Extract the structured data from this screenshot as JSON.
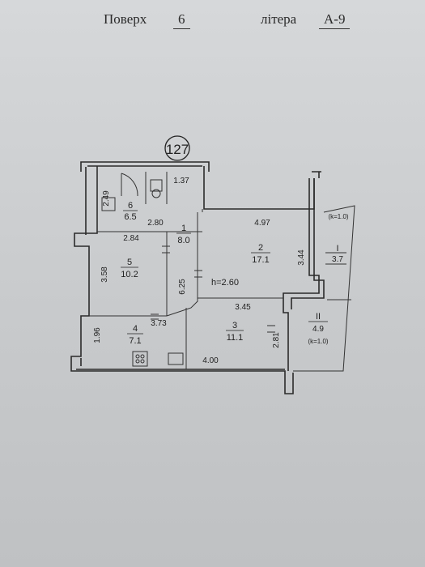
{
  "header": {
    "floor_label": "Поверх",
    "floor_value": "6",
    "letter_label": "літера",
    "letter_value": "А-9"
  },
  "apartment_number": "127",
  "ceiling_height": "h=2.60",
  "rooms": [
    {
      "id": "1",
      "area": "8.0"
    },
    {
      "id": "2",
      "area": "17.1"
    },
    {
      "id": "3",
      "area": "11.1"
    },
    {
      "id": "4",
      "area": "7.1"
    },
    {
      "id": "5",
      "area": "10.2"
    },
    {
      "id": "6",
      "area": "6.5"
    },
    {
      "id": "I",
      "area": "3.7"
    },
    {
      "id": "II",
      "area": "4.9"
    }
  ],
  "coefficients": [
    "(k=1.0)",
    "(k=1.0)"
  ],
  "dimensions": [
    "1.37",
    "2.49",
    "2.80",
    "4.97",
    "2.84",
    "3.58",
    "6.25",
    "3.44",
    "3.45",
    "3.73",
    "1.96",
    "2.81",
    "4.00"
  ]
}
